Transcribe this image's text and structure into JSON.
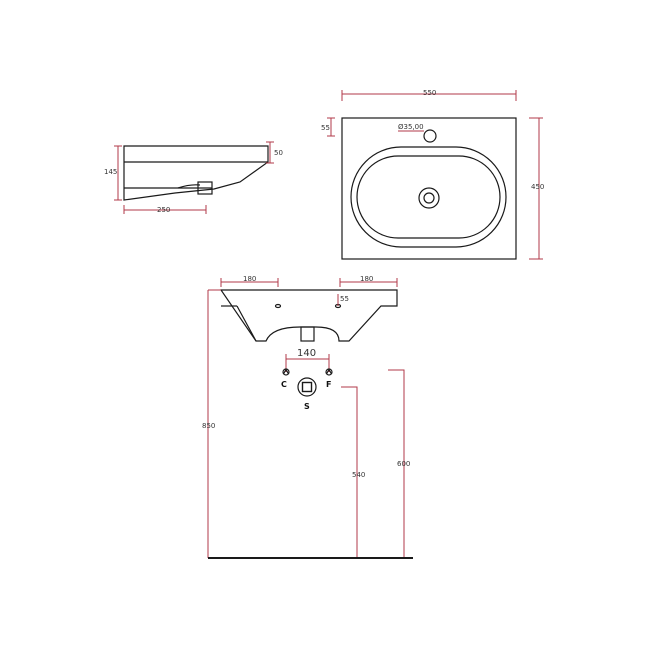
{
  "dimensions": {
    "top_width": "550",
    "top_depth": "450",
    "tap_offset": "55",
    "tap_hole": "Ø35,00",
    "side_height": "145",
    "side_rim": "50",
    "side_depth": "250",
    "front_left": "180",
    "front_right": "180",
    "front_tap": "55",
    "supply_spacing": "140",
    "total_height": "850",
    "waste_height": "540",
    "supply_height": "600"
  },
  "symbols": {
    "cold": "C",
    "hot": "F",
    "waste": "S"
  }
}
